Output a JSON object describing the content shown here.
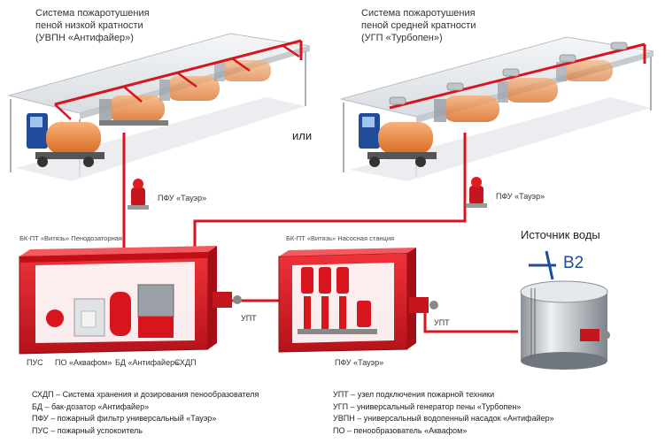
{
  "systems": {
    "left": {
      "title_lines": [
        "Система пожаротушения",
        "пеной низкой кратности",
        "(УВПН «Антифайер»)"
      ]
    },
    "right": {
      "title_lines": [
        "Система пожаротушения",
        "пеной средней кратности",
        "(УГП «Турбопен»)"
      ]
    },
    "or_label": "или"
  },
  "pfu_label": "ПФУ «Тауэр»",
  "containers": {
    "dosing": {
      "title": "БК-ПТ «Витязь» Пенодозаторная",
      "parts": [
        "ПУС",
        "ПО «Аквафом»",
        "БД «Антифайер»",
        "СХДП"
      ]
    },
    "pump": {
      "title": "БК-ПТ «Витязь» Насосная станция",
      "pfu": "ПФУ «Тауэр»"
    }
  },
  "upt_label": "УПТ",
  "water": {
    "title": "Источник воды",
    "code": "В2"
  },
  "legend": {
    "left": [
      "СХДП – Система хранения и дозирования пенообразователя",
      "БД – бак-дозатор «Антифайер»",
      "ПФУ – пожарный фильтр универсальный «Тауэр»",
      "ПУС – пожарный успокоитель"
    ],
    "right": [
      "УПТ – узел подключения пожарной техники",
      "УГП – универсальный генератор пены «Турбопен»",
      "УВПН – универсальный водопенный насадок «Антифайер»",
      "ПО – пенообразователь «Аквафом»"
    ]
  },
  "colors": {
    "pipe": "#d8141c",
    "container": "#e01b22",
    "roof": "#e8ebee"
  }
}
